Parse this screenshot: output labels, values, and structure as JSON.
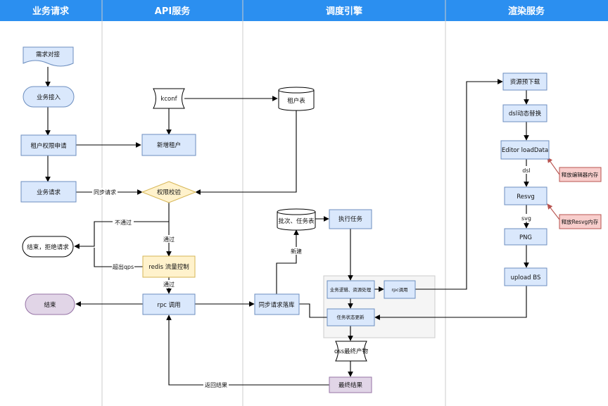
{
  "lanes": [
    "业务请求",
    "API服务",
    "调度引擎",
    "渲染服务"
  ],
  "nodes": {
    "demand": "需求对接",
    "access": "业务接入",
    "tenant_apply": "租户权限申请",
    "biz_request": "业务请求",
    "end_reject": "结束，拒绝请求",
    "end": "结束",
    "kconf": "kconf",
    "new_tenant": "新增租户",
    "auth_check": "权限校验",
    "redis": "redis 流量控制",
    "rpc_call": "rpc 调用",
    "tenant_table": "租户表",
    "batch_table": "批次、任务表",
    "exec_task": "执行任务",
    "sync_request": "同步请求落库",
    "biz_logic": "业务逻辑、资源处理",
    "rpc_small": "rpc调用",
    "task_status": "任务状态更新",
    "oss": "oss最终产物",
    "final_result": "最终结果",
    "preload": "资源预下载",
    "dsl_replace": "dsl动态替换",
    "editor_load": "Editor loadData",
    "resvg": "Resvg",
    "png": "PNG",
    "upload": "upload BS",
    "release_editor": "释放编辑器内存",
    "release_resvg": "释放Resvg内存"
  },
  "edge_labels": {
    "sync": "同步请求",
    "fail": "不通过",
    "pass1": "通过",
    "qps": "超出qps",
    "pass2": "通过",
    "new": "新建",
    "dsl": "dsl",
    "svg": "svg",
    "return": "返回结果"
  },
  "colors": {
    "header": "#2b8ff0",
    "process_fill": "#dae8fc",
    "process_stroke": "#6c8ebf",
    "decision_fill": "#fff2cc",
    "decision_stroke": "#d6b656",
    "end_fill": "#e1d5e7",
    "end_stroke": "#9673a6",
    "note_fill": "#f8cecc",
    "note_stroke": "#b85450",
    "group_fill": "#f5f5f5",
    "group_stroke": "#cccccc"
  }
}
